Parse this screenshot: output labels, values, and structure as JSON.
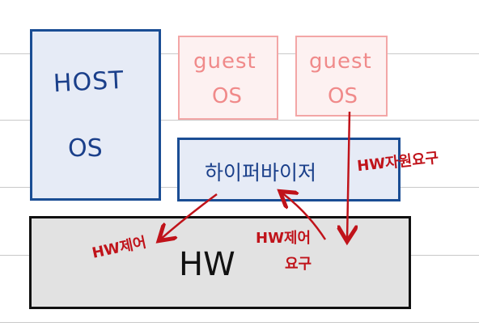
{
  "diagram": {
    "host_os": {
      "line1": "HOST",
      "line2": "OS"
    },
    "guest_os_1": {
      "line1": "guest",
      "line2": "OS"
    },
    "guest_os_2": {
      "line1": "guest",
      "line2": "OS"
    },
    "hypervisor": {
      "label": "하이퍼바이저"
    },
    "hw": {
      "label": "HW"
    },
    "annotations": {
      "resource_request": "HW자원요구",
      "hw_control_left": "HW제어",
      "hw_control_request_line1": "HW제어",
      "hw_control_request_line2": "요구"
    }
  },
  "colors": {
    "blue_border": "#1a4d94",
    "blue_fill": "#e6ebf6",
    "pink_border": "#f3a6a6",
    "red_arrow": "#c0131a",
    "hw_fill": "#e2e2e2"
  }
}
